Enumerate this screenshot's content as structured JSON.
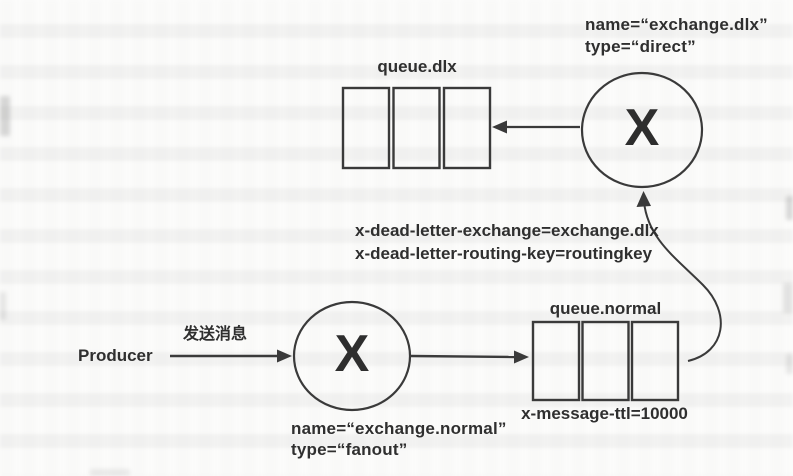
{
  "diagram": {
    "producer": {
      "label": "Producer"
    },
    "send_arrow": {
      "label": "发送消息"
    },
    "normal_exchange": {
      "symbol": "X",
      "name": "name=“exchange.normal”",
      "type": "type=“fanout”"
    },
    "dlx_exchange": {
      "symbol": "X",
      "name": "name=“exchange.dlx”",
      "type": "type=“direct”"
    },
    "queue_normal": {
      "title": "queue.normal",
      "ttl": "x-message-ttl=10000"
    },
    "queue_dlx": {
      "title": "queue.dlx"
    },
    "dead_letter": {
      "exchange_arg": "x-dead-letter-exchange=exchange.dlx",
      "routing_arg": "x-dead-letter-routing-key=routingkey"
    },
    "colors": {
      "ink": "#3a3a3a",
      "paper": "#fcfcfb"
    }
  }
}
